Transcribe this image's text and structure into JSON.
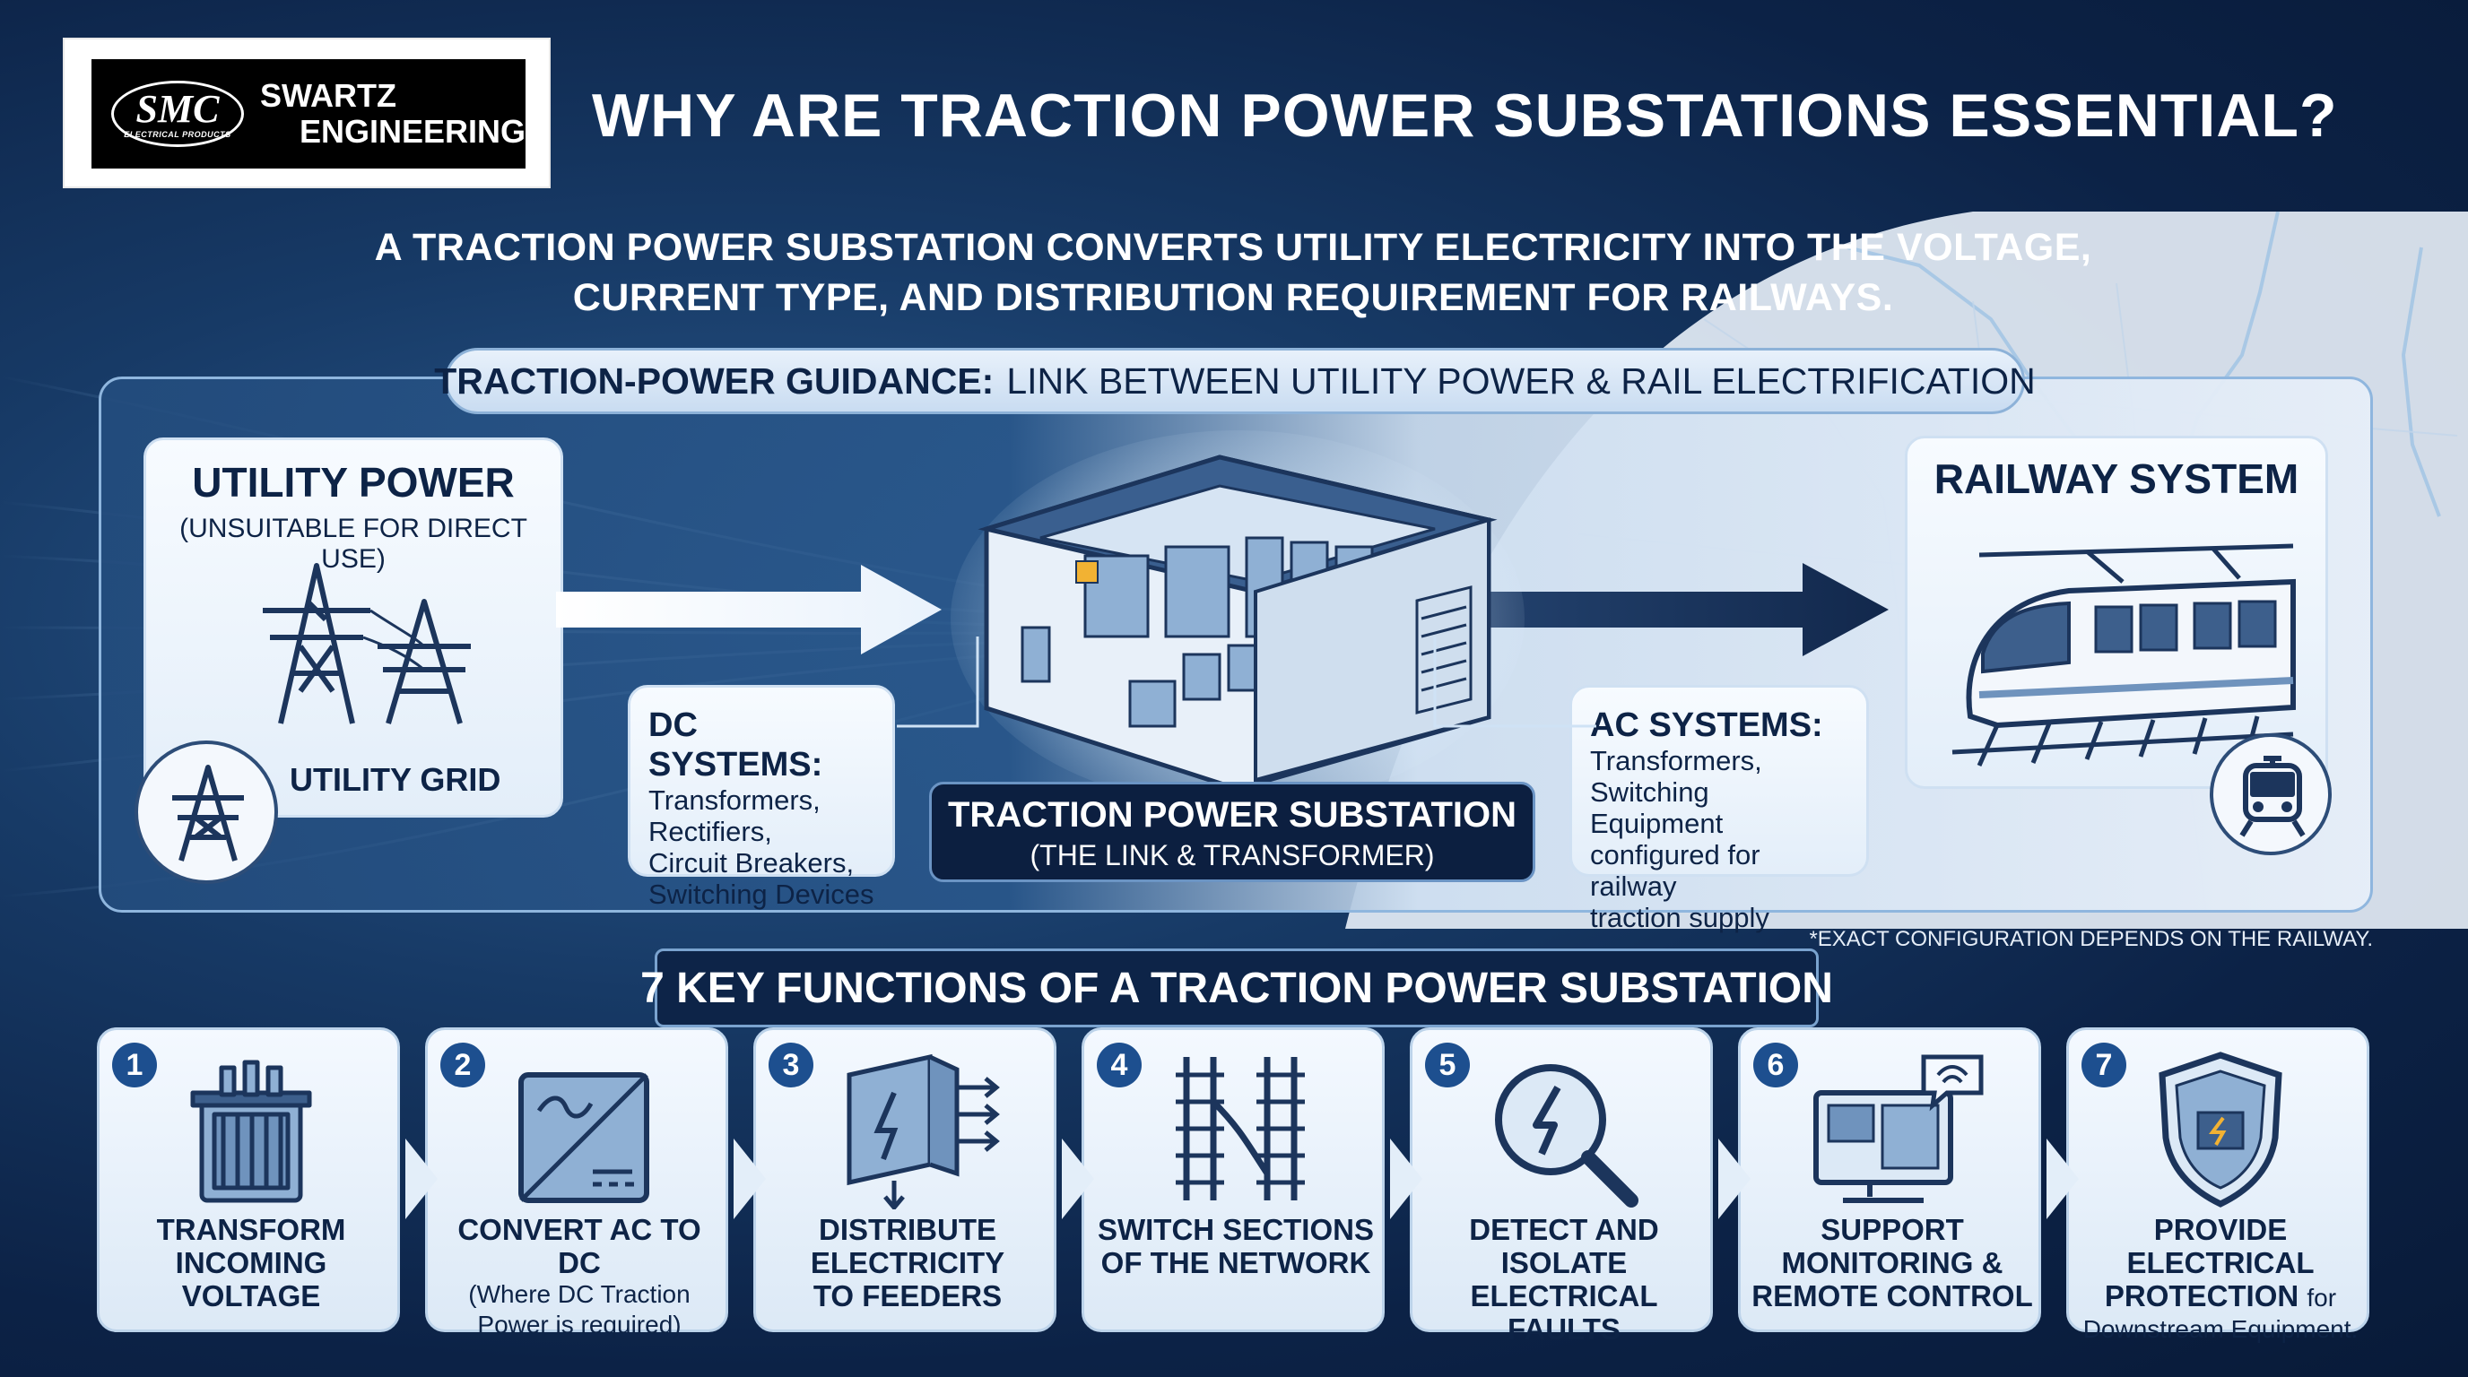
{
  "brand": {
    "logo_mark": "SMC",
    "logo_sub": "ELECTRICAL PRODUCTS",
    "name_line1": "SWARTZ",
    "name_line2": "ENGINEERING"
  },
  "title": "WHY ARE TRACTION POWER SUBSTATIONS ESSENTIAL?",
  "subtitle_line1": "A TRACTION POWER SUBSTATION CONVERTS UTILITY ELECTRICITY INTO THE VOLTAGE,",
  "subtitle_line2": "CURRENT TYPE, AND DISTRIBUTION REQUIREMENT FOR RAILWAYS.",
  "guidance": {
    "bold": "TRACTION-POWER GUIDANCE:",
    "rest": "LINK BETWEEN UTILITY POWER & RAIL ELECTRIFICATION"
  },
  "utility": {
    "title": "UTILITY POWER",
    "subtitle": "(UNSUITABLE FOR DIRECT USE)",
    "grid_label": "UTILITY GRID"
  },
  "railway": {
    "title": "RAILWAY SYSTEM"
  },
  "dc_systems": {
    "heading": "DC SYSTEMS:",
    "items": [
      "Transformers,",
      "Rectifiers,",
      "Circuit Breakers,",
      "Switching Devices"
    ]
  },
  "ac_systems": {
    "heading": "AC SYSTEMS:",
    "lines": [
      "Transformers,",
      "Switching Equipment",
      "configured for railway",
      "traction supply"
    ]
  },
  "substation": {
    "title": "TRACTION POWER SUBSTATION",
    "subtitle": "(THE LINK & TRANSFORMER)"
  },
  "footnote": "*EXACT CONFIGURATION DEPENDS ON THE RAILWAY.",
  "functions_title": "7 KEY FUNCTIONS OF A TRACTION POWER SUBSTATION",
  "functions": [
    {
      "num": "1",
      "line1": "TRANSFORM",
      "line2": "INCOMING VOLTAGE",
      "icon": "transformer-icon"
    },
    {
      "num": "2",
      "line1": "CONVERT AC TO DC",
      "note1": "(Where DC Traction",
      "note2": "Power is required)",
      "icon": "ac-dc-converter-icon"
    },
    {
      "num": "3",
      "line1": "DISTRIBUTE",
      "line2": "ELECTRICITY",
      "line3": "TO FEEDERS",
      "icon": "feeder-distribution-icon"
    },
    {
      "num": "4",
      "line1": "SWITCH SECTIONS",
      "line2": "OF THE NETWORK",
      "icon": "rail-switch-icon"
    },
    {
      "num": "5",
      "line1": "DETECT AND ISOLATE",
      "line2": "ELECTRICAL FAULTS",
      "icon": "fault-detection-icon"
    },
    {
      "num": "6",
      "line1": "SUPPORT",
      "line2": "MONITORING &",
      "line3": "REMOTE CONTROL",
      "icon": "remote-monitoring-icon"
    },
    {
      "num": "7",
      "line1": "PROVIDE ELECTRICAL",
      "line2": "PROTECTION",
      "line2_small": "for",
      "note1": "Downstream Equipment.",
      "icon": "protection-shield-icon"
    }
  ],
  "colors": {
    "background_dark": "#0c2246",
    "accent_blue": "#1d4f8f",
    "card_light": "#f4f9ff",
    "label_dark": "#0c1f40"
  }
}
